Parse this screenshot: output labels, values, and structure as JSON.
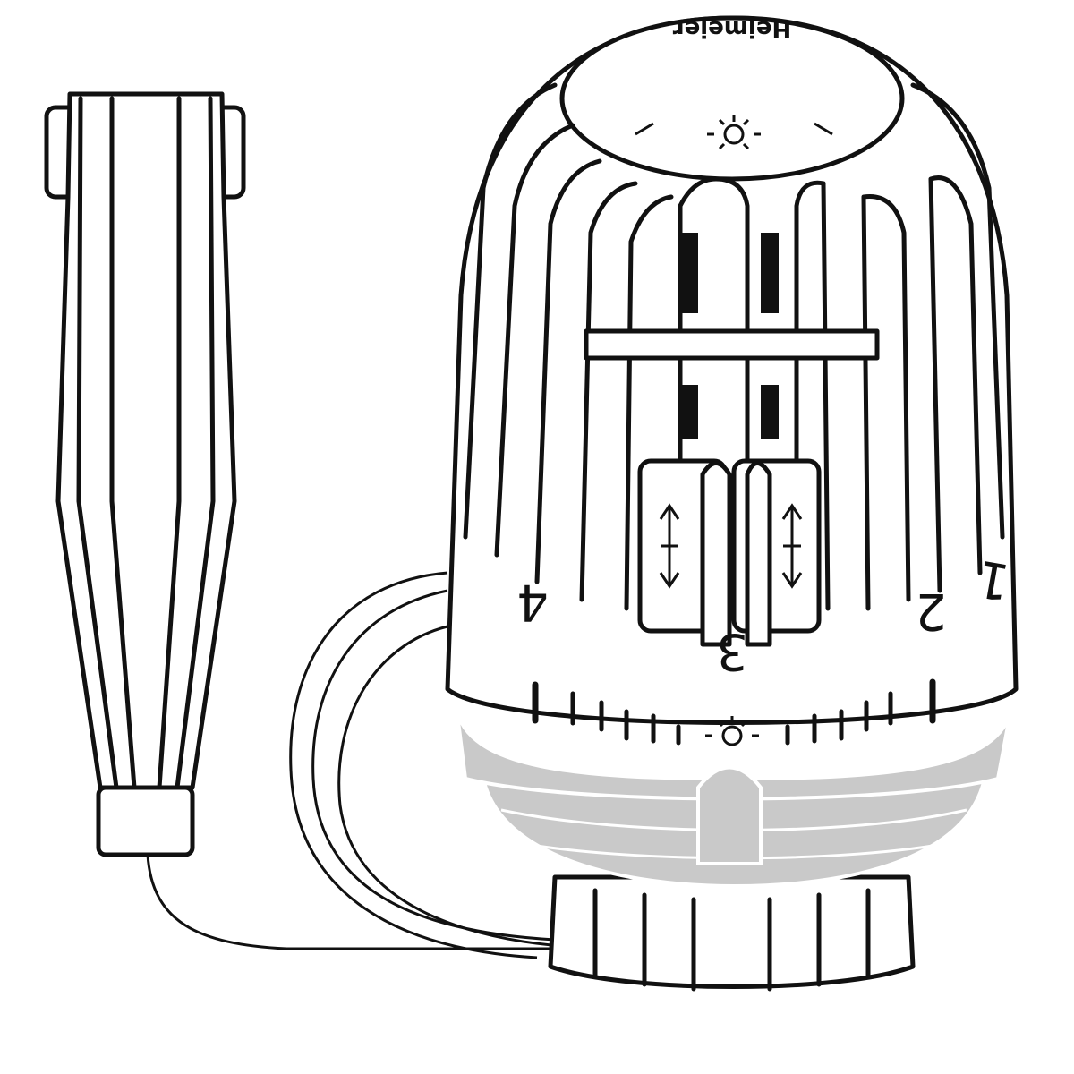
{
  "brand": "Heimeier",
  "scale_numbers": [
    "4",
    "3",
    "2",
    "1"
  ],
  "icons": [
    "sun-icon",
    "up-down-arrow-icon"
  ],
  "colors": {
    "line": "#111111",
    "base_ring": "#c9c9c9",
    "background": "#ffffff"
  }
}
